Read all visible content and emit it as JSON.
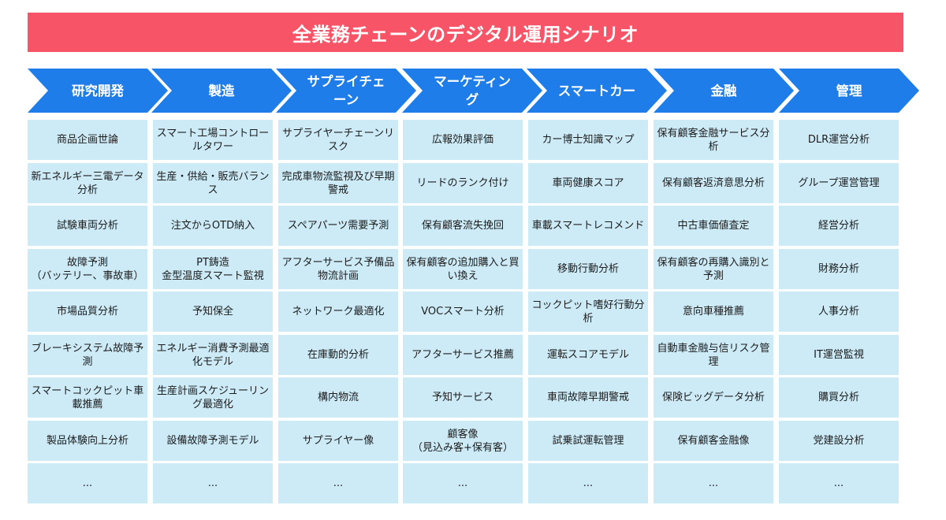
{
  "title": "全業務チェーンのデジタル運用シナリオ",
  "colors": {
    "title_bg": "#f75467",
    "chevron_bg": "#1e7de8",
    "cell_bg": "#ccebf7"
  },
  "columns": [
    {
      "header": "研究開発",
      "items": [
        "商品企画世論",
        "新エネルギー三電データ分析",
        "試験車両分析",
        "故障予測\n（バッテリー、事故車）",
        "市場品質分析",
        "ブレーキシステム故障予測",
        "スマートコックピット車載推薦",
        "製品体験向上分析",
        "..."
      ]
    },
    {
      "header": "製造",
      "items": [
        "スマート工場コントロールタワー",
        "生産・供給・販売バランス",
        "注文からOTD納入",
        "PT鋳造\n金型温度スマート監視",
        "予知保全",
        "エネルギー消費予測最適化モデル",
        "生産計画スケジューリング最適化",
        "設備故障予測モデル",
        "..."
      ]
    },
    {
      "header": "サプライチェーン",
      "items": [
        "サプライヤーチェーンリスク",
        "完成車物流監視及び早期警戒",
        "スペアパーツ需要予測",
        "アフターサービス予備品物流計画",
        "ネットワーク最適化",
        "在庫動的分析",
        "構内物流",
        "サプライヤー像",
        "..."
      ]
    },
    {
      "header": "マーケティング",
      "items": [
        "広報効果評価",
        "リードのランク付け",
        "保有顧客流失挽回",
        "保有顧客の追加購入と買い換え",
        "VOCスマート分析",
        "アフターサービス推薦",
        "予知サービス",
        "顧客像\n（見込み客+保有客）",
        "..."
      ]
    },
    {
      "header": "スマートカー",
      "items": [
        "カー博士知識マップ",
        "車両健康スコア",
        "車載スマートレコメンド",
        "移動行動分析",
        "コックピット嗜好行動分析",
        "運転スコアモデル",
        "車両故障早期警戒",
        "試乗試運転管理",
        "..."
      ]
    },
    {
      "header": "金融",
      "items": [
        "保有顧客金融サービス分析",
        "保有顧客返済意思分析",
        "中古車価値査定",
        "保有顧客の再購入識別と予測",
        "意向車種推薦",
        "自動車金融与信リスク管理",
        "保険ビッグデータ分析",
        "保有顧客金融像",
        "..."
      ]
    },
    {
      "header": "管理",
      "items": [
        "DLR運営分析",
        "グループ運営管理",
        "経営分析",
        "財務分析",
        "人事分析",
        "IT運営監視",
        "購買分析",
        "党建設分析",
        "..."
      ]
    }
  ]
}
